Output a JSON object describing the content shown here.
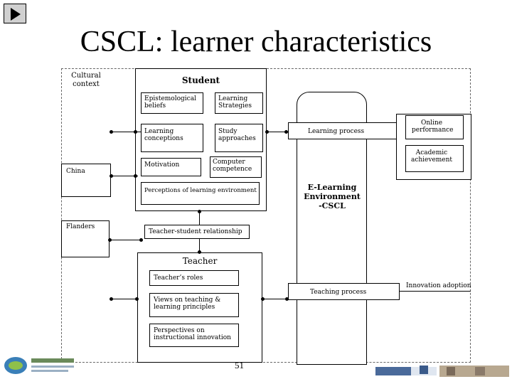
{
  "toolbar": {
    "play_icon": "play-icon"
  },
  "slide": {
    "title": "CSCL: learner characteristics",
    "page_number": "51"
  },
  "diagram": {
    "cultural_context": "Cultural context",
    "china": "China",
    "flanders": "Flanders",
    "student": {
      "title": "Student",
      "epistemological": "Epistemological beliefs",
      "learning_strategies": "Learning Strategies",
      "learning_conceptions": "Learning conceptions",
      "study_approaches": "Study approaches",
      "motivation": "Motivation",
      "computer_competence": "Computer competence",
      "perceptions": "Perceptions of learning environment"
    },
    "elearning": {
      "title": "E-Learning Environment -CSCL",
      "learning_process": "Learning process",
      "teaching_process": "Teaching process"
    },
    "outcomes": {
      "online_performance": "Online performance",
      "academic_achievement": "Academic achievement",
      "innovation_adoption": "Innovation adoption"
    },
    "teacher_student_relationship": "Teacher-student relationship",
    "teacher": {
      "title": "Teacher",
      "roles": "Teacher’s roles",
      "views": "Views on teaching & learning principles",
      "perspectives": "Perspectives on instructional innovation"
    }
  },
  "footer": {
    "logo_left_icon": "national-center-logo-icon",
    "logo_right_icon": "ghent-university-logo-icon"
  },
  "colors": {
    "play_button": "#d0d0d0",
    "border": "#000000"
  }
}
